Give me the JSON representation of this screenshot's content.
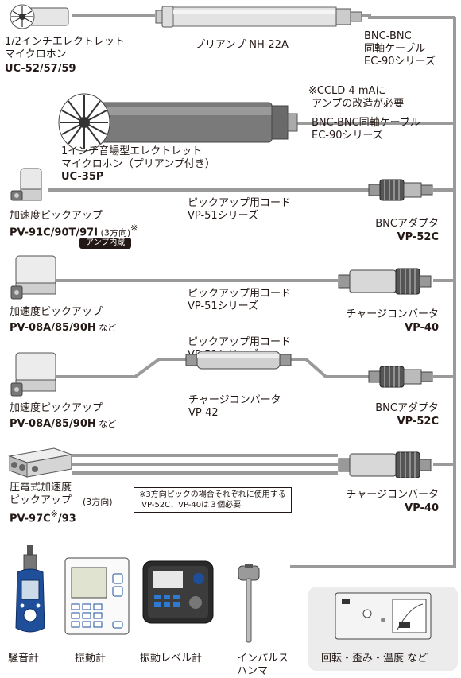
{
  "colors": {
    "cable": "#9a9a9a",
    "ink": "#231815",
    "panel": "#ececec",
    "blue": "#1f4f9a"
  },
  "top": {
    "mic_half_label": "1/2インチエレクトレット\nマイクロホン",
    "mic_half_model": "UC-52/57/59",
    "preamp_label": "プリアンプ NH-22A",
    "cable1_label": "BNC-BNC\n同軸ケーブル\nEC-90シリーズ"
  },
  "one_inch": {
    "note": "※CCLD 4 mAに\n アンプの改造が必要",
    "cable_label": "BNC-BNC同軸ケーブル\nEC-90シリーズ",
    "mic_label": "1インチ音場型エレクトレット\nマイクロホン（プリアンプ付き）",
    "mic_model": "UC-35P"
  },
  "row3": {
    "sensor_label": "加速度ピックアップ",
    "sensor_model": "PV-91C/90T/97I",
    "sensor_suffix": " (3方向)",
    "sensor_mark": "※",
    "badge": "アンプ内蔵",
    "cord_label": "ピックアップ用コード\nVP-51シリーズ",
    "adapter_label": "BNCアダプタ",
    "adapter_model": "VP-52C"
  },
  "row4": {
    "sensor_label": "加速度ピックアップ",
    "sensor_model": "PV-08A/85/90H",
    "sensor_suffix": " など",
    "cord_label": "ピックアップ用コード\nVP-51シリーズ",
    "conv_label": "チャージコンバータ",
    "conv_model": "VP-40"
  },
  "row5": {
    "cord_label": "ピックアップ用コード\nVP-51シリーズ",
    "sensor_label": "加速度ピックアップ",
    "sensor_model": "PV-08A/85/90H",
    "sensor_suffix": " など",
    "mid_conv_label": "チャージコンバータ\nVP-42",
    "adapter_label": "BNCアダプタ",
    "adapter_model": "VP-52C"
  },
  "row6": {
    "sensor_label": "圧電式加速度\nピックアップ",
    "sensor_suffix": " (3方向)",
    "sensor_model": "PV-97C",
    "sensor_mark": "※",
    "sensor_model2": "/93",
    "note": "※3方向ピックの場合それぞれに使用する\n VP-52C、VP-40は３個必要",
    "conv_label": "チャージコンバータ",
    "conv_model": "VP-40"
  },
  "instruments": [
    {
      "label": "騒音計",
      "icon": "sound-level-meter-icon"
    },
    {
      "label": "振動計",
      "icon": "vibration-meter-icon"
    },
    {
      "label": "振動レベル計",
      "icon": "vibration-level-meter-icon"
    },
    {
      "label": "インパルス\nハンマ",
      "icon": "impulse-hammer-icon"
    },
    {
      "label": "回転・歪み・温度 など",
      "icon": "analyzer-icon"
    }
  ]
}
